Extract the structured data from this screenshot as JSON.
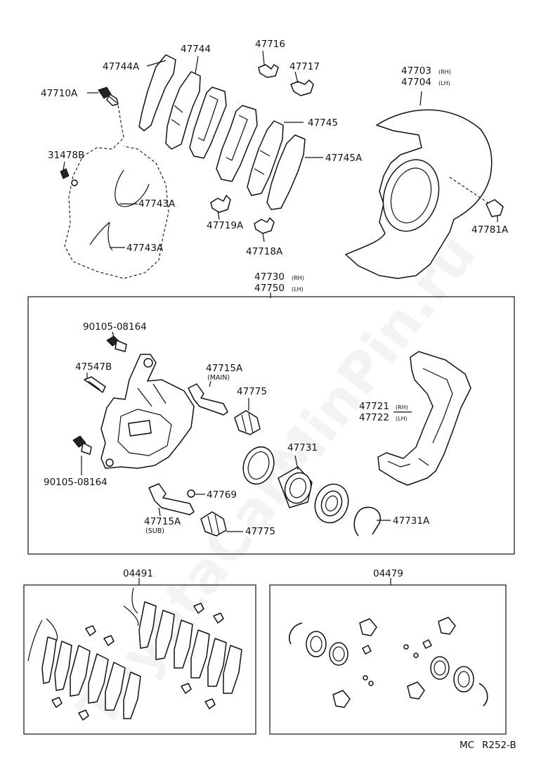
{
  "watermark": "ToyotaCarMinPin.ru",
  "footer": {
    "mc": "MC",
    "ref": "R252-B"
  },
  "labels": {
    "p47744": "47744",
    "p47744a": "47744A",
    "p47710a": "47710A",
    "p47716": "47716",
    "p47717": "47717",
    "p47745": "47745",
    "p47745a": "47745A",
    "p31478b": "31478B",
    "p47743a_1": "47743A",
    "p47743a_2": "47743A",
    "p47719a": "47719A",
    "p47718a": "47718A",
    "p47703": "47703",
    "p47703_side": "(RH)",
    "p47704": "47704",
    "p47704_side": "(LH)",
    "p47781a": "47781A",
    "p47730": "47730",
    "p47730_side": "(RH)",
    "p47750": "47750",
    "p47750_side": "(LH)",
    "p90105_top": "90105-08164",
    "p47547b": "47547B",
    "p47715a_main": "47715A",
    "p47715a_main_note": "(MAIN)",
    "p47775_1": "47775",
    "p47721": "47721",
    "p47721_side": "(RH)",
    "p47722": "47722",
    "p47722_side": "(LH)",
    "p47731": "47731",
    "p90105_bottom": "90105-08164",
    "p47769": "47769",
    "p47715a_sub": "47715A",
    "p47715a_sub_note": "(SUB)",
    "p47775_2": "47775",
    "p47731a": "47731A",
    "p04491": "04491",
    "p04479": "04479"
  }
}
